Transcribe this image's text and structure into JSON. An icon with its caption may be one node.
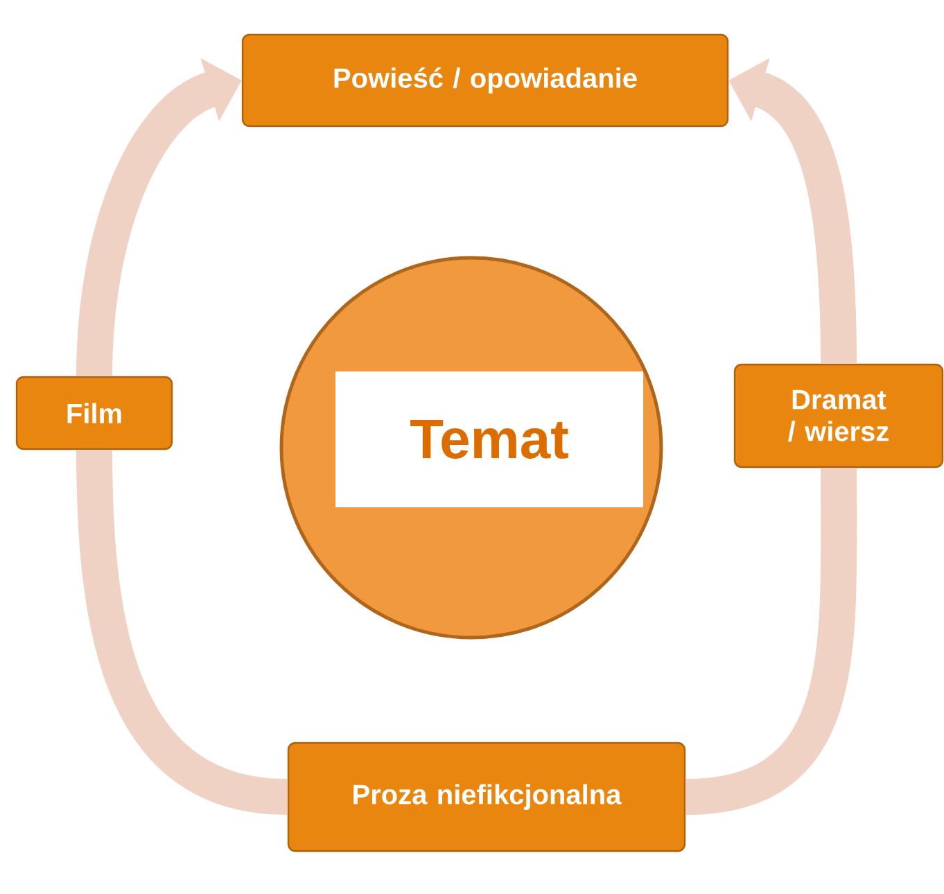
{
  "diagram": {
    "nodes": [
      {
        "text": [
          "Powieść / opowiadanie"
        ]
      },
      {
        "text": [
          "Film"
        ]
      },
      {
        "text": [],
        "shape": "circle"
      },
      {
        "text": [
          "Temat"
        ],
        "in": 2
      },
      {
        "text": [
          "Dramat / wiersz"
        ]
      },
      {
        "text": [
          "Proza niefikcjonalna"
        ]
      }
    ],
    "edges": [
      {
        "from": 1,
        "to": 0,
        "arrow": "to"
      },
      {
        "from": 4,
        "to": 0,
        "arrow": "to"
      },
      {
        "from": 5,
        "to": 1,
        "arrow": "none"
      },
      {
        "from": 5,
        "to": 4,
        "arrow": "none"
      }
    ]
  }
}
